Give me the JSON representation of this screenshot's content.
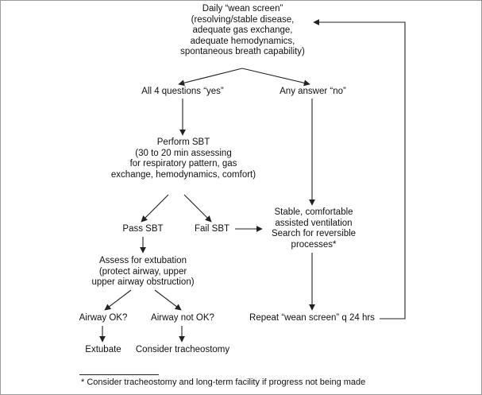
{
  "nodes": {
    "wean_screen": [
      "Daily “wean screen”",
      "(resolving/stable disease,",
      "adequate gas exchange,",
      "adequate hemodynamics,",
      "spontaneous breath capability)"
    ],
    "all_yes": [
      "All 4 questions “yes”"
    ],
    "any_no": [
      "Any answer “no”"
    ],
    "perform_sbt": [
      "Perform SBT",
      "(30 to 20 min assessing",
      "for respiratory pattern, gas",
      "exchange, hemodynamics, comfort)"
    ],
    "stable": [
      "Stable, comfortable",
      "assisted ventilation",
      "Search for reversible",
      "processes*"
    ],
    "pass_sbt": [
      "Pass SBT"
    ],
    "fail_sbt": [
      "Fail SBT"
    ],
    "assess_extubation": [
      "Assess for extubation",
      "(protect airway, upper",
      "upper airway obstruction)"
    ],
    "airway_ok": [
      "Airway OK?"
    ],
    "airway_not_ok": [
      "Airway not OK?"
    ],
    "extubate": [
      "Extubate"
    ],
    "tracheostomy": [
      "Consider tracheostomy"
    ],
    "repeat": [
      "Repeat “wean screen” q 24 hrs"
    ]
  },
  "footnote": "* Consider tracheostomy and long-term facility if progress not being made",
  "colors": {
    "line": "#222222",
    "frame": "#9a9a9a",
    "text": "#111111"
  }
}
